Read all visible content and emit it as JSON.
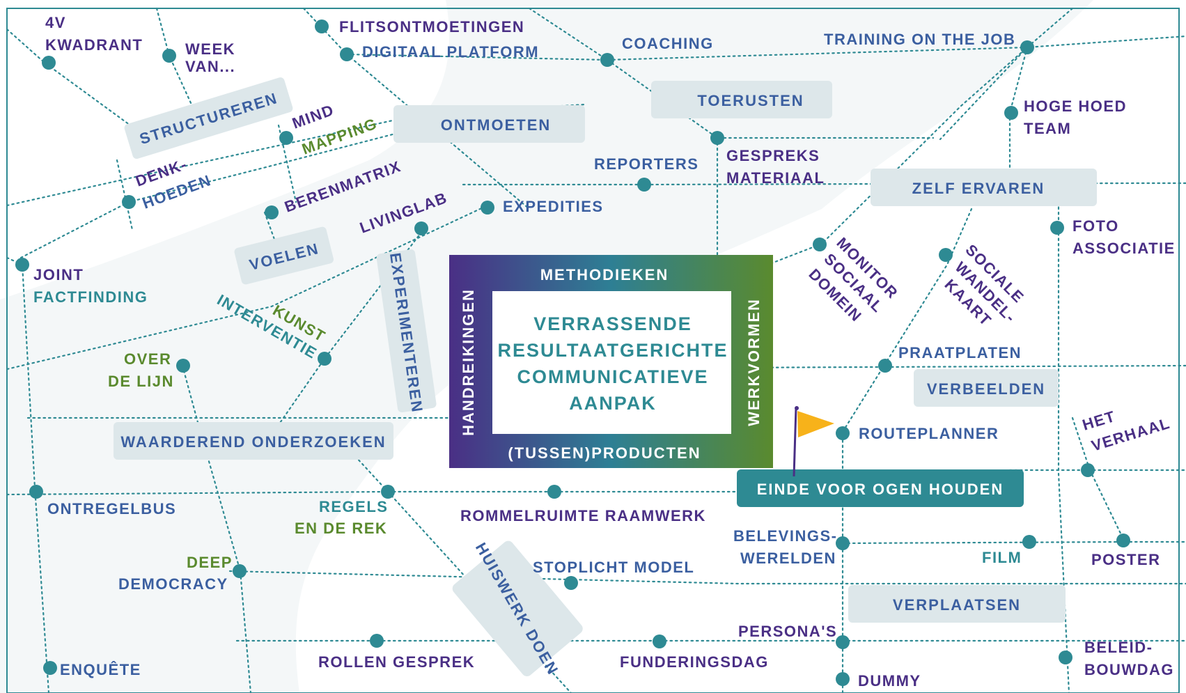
{
  "colors": {
    "teal": "#2e8a93",
    "purple": "#4a2f85",
    "blue": "#3b5fa0",
    "green": "#5a8a2e",
    "zone": "#dde7ea",
    "river": "#eef3f5",
    "flag": "#f7b21a"
  },
  "center": {
    "lines": [
      "VERRASSENDE",
      "RESULTAATGERICHTE",
      "COMMUNICATIEVE",
      "AANPAK"
    ],
    "top": "METHODIEKEN",
    "bottom": "(TUSSEN)PRODUCTEN",
    "left": "HANDREIKINGEN",
    "right": "WERKVORMEN"
  },
  "end_goal": {
    "label": "EINDE VOOR OGEN HOUDEN",
    "icon": "flag-icon"
  },
  "zones": {
    "structureren": "STRUCTUREREN",
    "ontmoeten": "ONTMOETEN",
    "toerusten": "TOERUSTEN",
    "zelf_ervaren": "ZELF ERVAREN",
    "voelen": "VOELEN",
    "experimenteren": "EXPERIMENTEREN",
    "waarderend": "WAARDEREND ONDERZOEKEN",
    "verbeelden": "VERBEELDEN",
    "verplaatsen": "VERPLAATSEN",
    "huiswerk": "HUISWERK DOEN"
  },
  "stops": {
    "kwadrant": [
      "4V",
      "KWADRANT"
    ],
    "week": [
      "WEEK",
      "VAN..."
    ],
    "flits": "FLITSONTMOETINGEN",
    "digitaal": "DIGITAAL PLATFORM",
    "coaching": "COACHING",
    "training": "TRAINING ON THE JOB",
    "hogehoed": [
      "HOGE HOED",
      "TEAM"
    ],
    "mindmapping": [
      "MIND",
      "MAPPING"
    ],
    "denkhoeden": [
      "DENK-",
      "HOEDEN"
    ],
    "reporters": "REPORTERS",
    "gespreks": [
      "GESPREKS",
      "MATERIAAL"
    ],
    "berenmatrix": "BERENMATRIX",
    "livinglab": "LIVINGLAB",
    "expedities": "EXPEDITIES",
    "foto": [
      "FOTO",
      "ASSOCIATIE"
    ],
    "joint": [
      "JOINT",
      "FACTFINDING"
    ],
    "monitor": [
      "MONITOR",
      "SOCIAAL",
      "DOMEIN"
    ],
    "sociale": [
      "SOCIALE",
      "WANDEL-",
      "KAART"
    ],
    "kunst": [
      "KUNST",
      "INTERVENTIE"
    ],
    "overdelijn": [
      "OVER",
      "DE LIJN"
    ],
    "praatplaten": "PRAATPLATEN",
    "routeplanner": "ROUTEPLANNER",
    "hetverhaal": [
      "HET",
      "VERHAAL"
    ],
    "ontregelbus": "ONTREGELBUS",
    "regels": [
      "REGELS",
      "EN DE REK"
    ],
    "rommelruimte": "ROMMELRUIMTE RAAMWERK",
    "belevings": [
      "BELEVINGS-",
      "WERELDEN"
    ],
    "film": "FILM",
    "poster": "POSTER",
    "deepdemocracy": [
      "DEEP",
      "DEMOCRACY"
    ],
    "stoplicht": "STOPLICHT MODEL",
    "personas": "PERSONA'S",
    "rollengesprek": "ROLLEN GESPREK",
    "funderingsdag": "FUNDERINGSDAG",
    "beleid": [
      "BELEID-",
      "BOUWDAG"
    ],
    "enquete": "ENQUÊTE",
    "dummy": "DUMMY"
  }
}
